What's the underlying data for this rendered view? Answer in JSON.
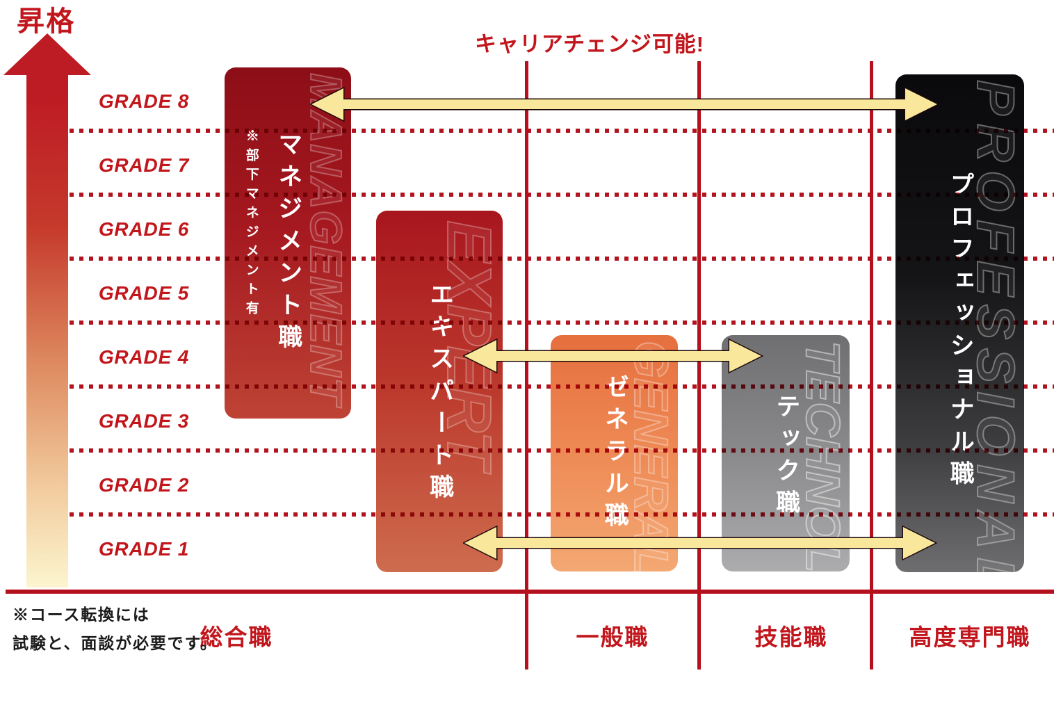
{
  "header": {
    "promotion": "昇格",
    "career_change": "キャリアチェンジ可能!"
  },
  "grades": [
    "GRADE 8",
    "GRADE 7",
    "GRADE 6",
    "GRADE 5",
    "GRADE 4",
    "GRADE 3",
    "GRADE 2",
    "GRADE 1"
  ],
  "tracks": {
    "management": {
      "en": "MANAGEMENT",
      "jp": "マネジメント職",
      "note": "※部下マネジメント有"
    },
    "expert": {
      "en": "EXPERT",
      "jp": "エキスパート職"
    },
    "general": {
      "en": "GENERAL",
      "jp": "ゼネラル職"
    },
    "technology": {
      "en": "TECHNOLOGY",
      "jp": "テック職"
    },
    "professional": {
      "en": "PROFESSIONAL",
      "jp": "プロフェッショナル職"
    }
  },
  "categories": [
    "総合職",
    "一般職",
    "技能職",
    "高度専門職"
  ],
  "footnote": {
    "line1": "※コース転換には",
    "line2": "試験と、面談が必要です。"
  },
  "colors": {
    "accent_red": "#C2161D",
    "line_red": "#B5101E",
    "arrow_yellow": "#F9E89C",
    "arrow_outline": "#1E0A0A",
    "management_top": "#8D0E17",
    "management_bottom": "#BE4335",
    "expert_top": "#A8161E",
    "expert_bottom": "#CE6C4E",
    "general_top": "#E66F3E",
    "general_bottom": "#F4A873",
    "technology_top": "#6F6F71",
    "technology_bottom": "#ACACAE",
    "professional_top": "#0A0A0C",
    "professional_bottom": "#6E6E70"
  }
}
